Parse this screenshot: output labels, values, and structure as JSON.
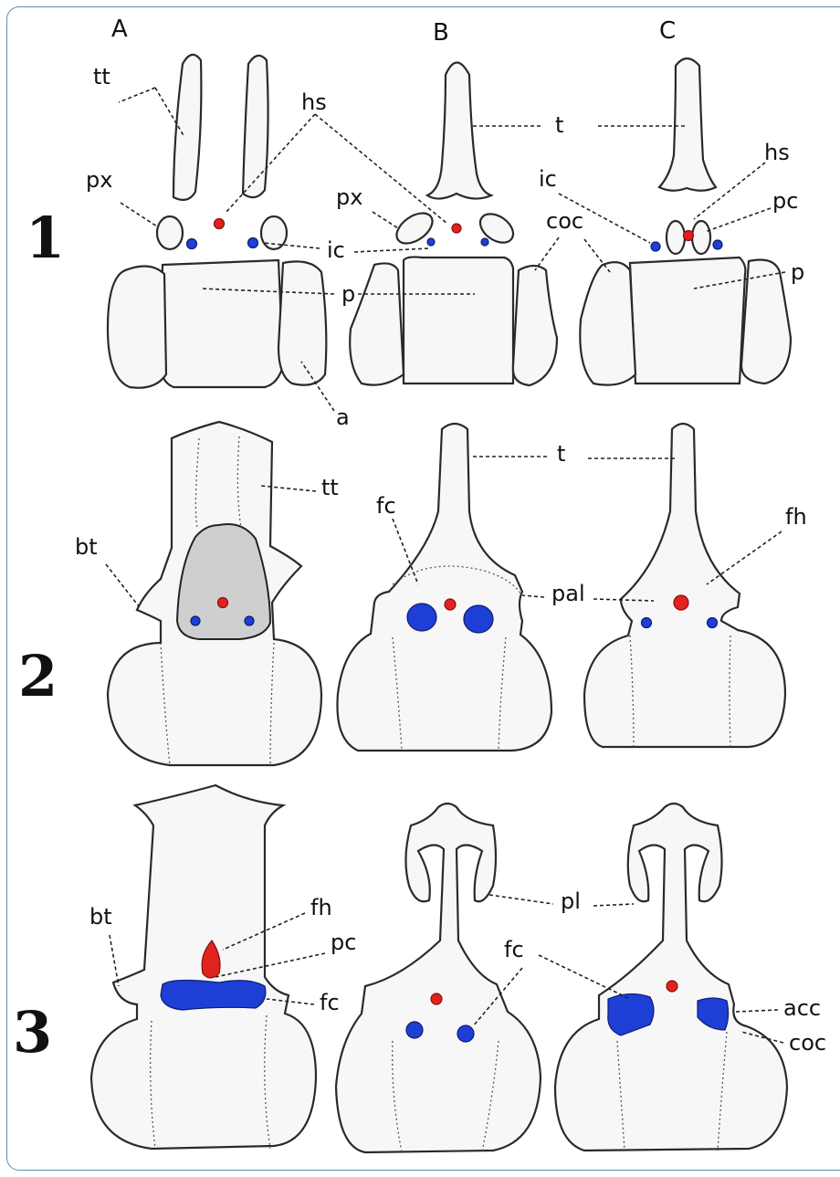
{
  "columns": {
    "a": "A",
    "b": "B",
    "c": "C"
  },
  "rows": {
    "r1": "1",
    "r2": "2",
    "r3": "3"
  },
  "labels": {
    "tt": "tt",
    "hs": "hs",
    "t": "t",
    "px": "px",
    "ic": "ic",
    "pc": "pc",
    "coc": "coc",
    "p": "p",
    "a": "a",
    "fc": "fc",
    "fh": "fh",
    "bt": "bt",
    "pal": "pal",
    "pl": "pl",
    "acc": "acc"
  },
  "colors": {
    "artery": "#e0231e",
    "vein": "#1e3fd6",
    "frame": "#5a8fb8",
    "shaded": "#cfcfcf"
  }
}
